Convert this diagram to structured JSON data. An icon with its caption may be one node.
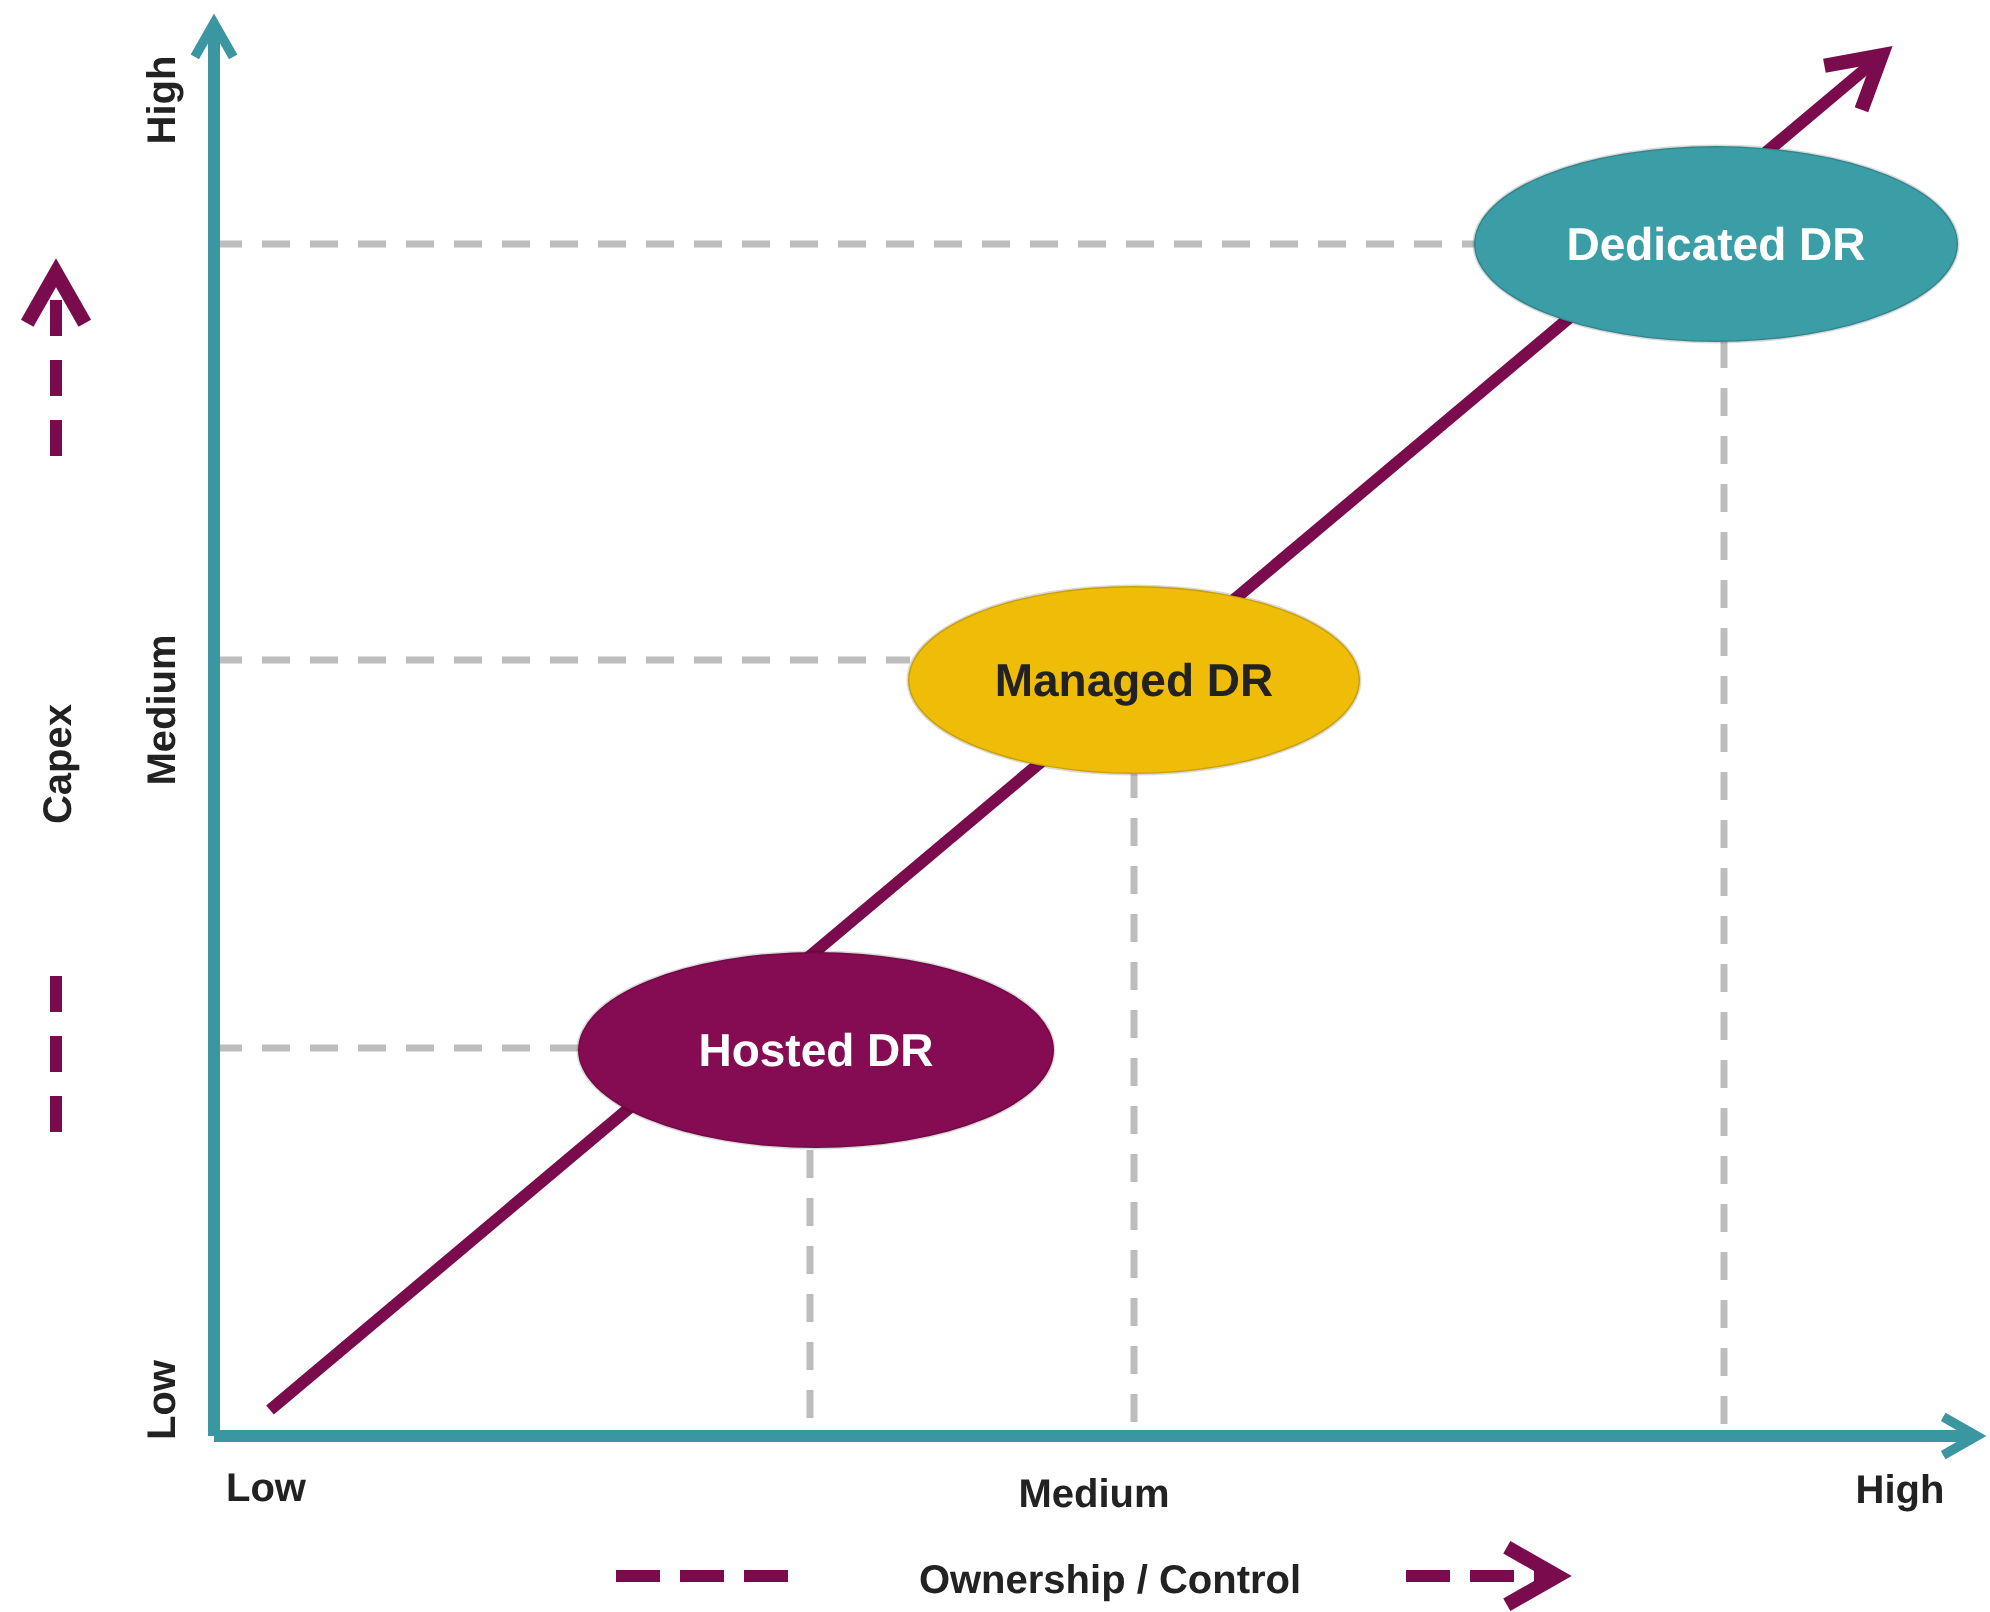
{
  "diagram": {
    "nodes": [
      {
        "text": [
          "Hosted DR"
        ]
      },
      {
        "text": [
          "Managed DR"
        ]
      },
      {
        "text": [
          "Dedicated DR"
        ]
      }
    ],
    "labels": [
      "High",
      "Medium",
      "Low",
      "Capex",
      "Low",
      "Medium",
      "High",
      "Ownership / Control"
    ]
  }
}
